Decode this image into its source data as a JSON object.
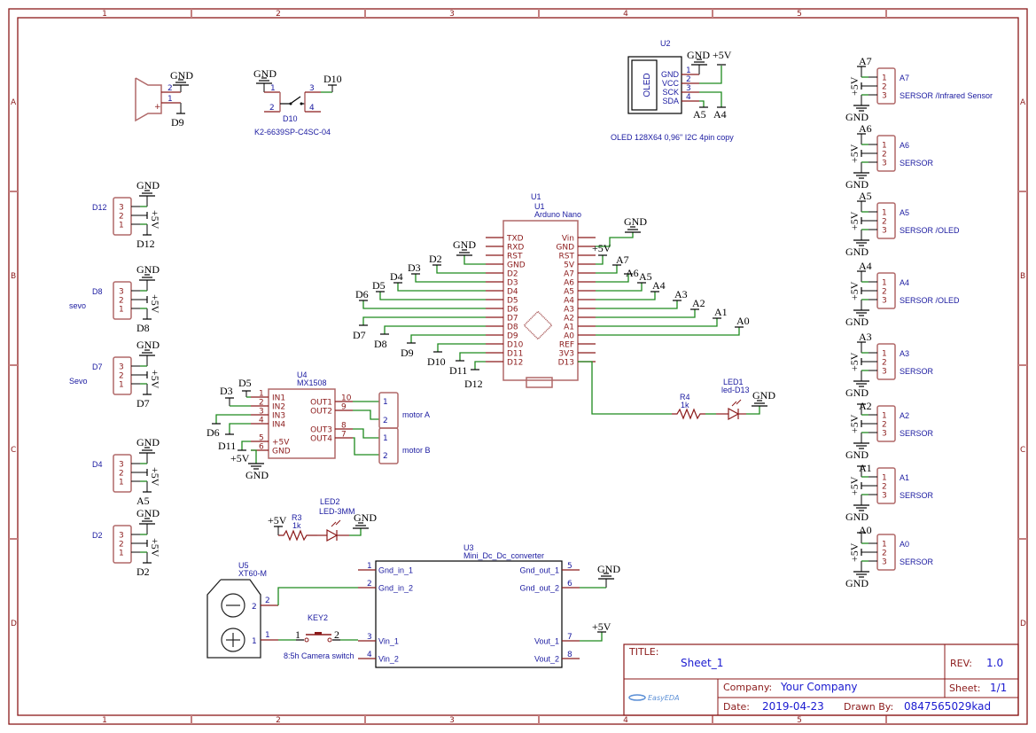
{
  "sheet": {
    "columns": [
      "1",
      "2",
      "3",
      "4",
      "5"
    ],
    "rows": [
      "A",
      "B",
      "C",
      "D"
    ]
  },
  "title_block": {
    "title_label": "TITLE:",
    "title": "Sheet_1",
    "rev_label": "REV:",
    "rev": "1.0",
    "company_label": "Company:",
    "company": "Your Company",
    "sheet_label": "Sheet:",
    "sheet": "1/1",
    "date_label": "Date:",
    "date": "2019-04-23",
    "drawn_by_label": "Drawn By:",
    "drawn_by": "0847565029kad",
    "logo": "EasyEDA"
  },
  "nets": {
    "gnd": "GND",
    "vcc": "+5V"
  },
  "arduino": {
    "ref1": "U1",
    "ref2": "U1",
    "name": "Arduno Nano",
    "left_pins": [
      "TXD",
      "RXD",
      "RST",
      "GND",
      "D2",
      "D3",
      "D4",
      "D5",
      "D6",
      "D7",
      "D8",
      "D9",
      "D10",
      "D11",
      "D12"
    ],
    "right_pins": [
      "Vin",
      "GND",
      "RST",
      "5V",
      "A7",
      "A6",
      "A5",
      "A4",
      "A3",
      "A2",
      "A1",
      "A0",
      "REF",
      "3V3",
      "D13"
    ],
    "left_nets": [
      "D2",
      "D3",
      "D4",
      "D5",
      "D6",
      "D7",
      "D8",
      "D9",
      "D10",
      "D11",
      "D12"
    ],
    "right_nets": [
      "A7",
      "A6",
      "A5",
      "A4",
      "A3",
      "A2",
      "A1",
      "A0"
    ]
  },
  "oled": {
    "ref": "U2",
    "screen": "OLED",
    "pins": [
      "GND",
      "VCC",
      "SCK",
      "SDA"
    ],
    "nums": [
      "1",
      "2",
      "3",
      "4"
    ],
    "nets": [
      "A5",
      "A4"
    ],
    "desc": "OLED 128X64 0,96\" I2C 4pin copy"
  },
  "buzzer": {
    "net": "D9",
    "pins": [
      "2",
      "1"
    ],
    "plus": "+"
  },
  "button": {
    "ref": "D10",
    "part": "K2-6639SP-C4SC-04",
    "net": "D10",
    "pins": [
      "1",
      "2",
      "3",
      "4"
    ]
  },
  "motor_driver": {
    "ref": "U4",
    "name": "MX1508",
    "left_pins": [
      "IN1",
      "IN2",
      "IN3",
      "IN4",
      "+5V",
      "GND"
    ],
    "left_nums": [
      "1",
      "2",
      "3",
      "4",
      "5",
      "6"
    ],
    "right_pins": [
      "OUT1",
      "OUT2",
      "OUT3",
      "OUT4"
    ],
    "right_nums": [
      "10",
      "9",
      "8",
      "7"
    ],
    "nets": [
      "D5",
      "D3",
      "D6",
      "D11"
    ]
  },
  "motors": [
    {
      "label": "motor A",
      "pins": [
        "1",
        "2"
      ]
    },
    {
      "label": "motor B",
      "pins": [
        "1",
        "2"
      ]
    }
  ],
  "left_headers": [
    {
      "label": "D12",
      "net": "D12",
      "note": ""
    },
    {
      "label": "D8",
      "net": "D8",
      "note": "sevo"
    },
    {
      "label": "D7",
      "net": "D7",
      "note": "Sevo"
    },
    {
      "label": "D4",
      "net": "A5",
      "note": ""
    },
    {
      "label": "D2",
      "net": "D2",
      "note": ""
    }
  ],
  "right_headers": [
    {
      "net": "A7",
      "label": "A7",
      "desc": "SERSOR /Infrared Sensor"
    },
    {
      "net": "A6",
      "label": "A6",
      "desc": "SERSOR"
    },
    {
      "net": "A5",
      "label": "A5",
      "desc": "SERSOR /OLED"
    },
    {
      "net": "A4",
      "label": "A4",
      "desc": "SERSOR /OLED"
    },
    {
      "net": "A3",
      "label": "A3",
      "desc": "SERSOR"
    },
    {
      "net": "A2",
      "label": "A2",
      "desc": "SERSOR"
    },
    {
      "net": "A1",
      "label": "A1",
      "desc": "SERSOR"
    },
    {
      "net": "A0",
      "label": "A0",
      "desc": "SERSOR"
    }
  ],
  "header_pins": [
    "1",
    "2",
    "3"
  ],
  "led1": {
    "ref": "LED1",
    "part": "led-D13",
    "r_ref": "R4",
    "r_val": "1k"
  },
  "led2": {
    "ref": "LED2",
    "part": "LED-3MM",
    "r_ref": "R3",
    "r_val": "1k"
  },
  "converter": {
    "ref": "U3",
    "name": "Mini_Dc_Dc_converter",
    "left_pins": [
      "Gnd_in_1",
      "Gnd_in_2",
      "Vin_1",
      "Vin_2"
    ],
    "left_nums": [
      "1",
      "2",
      "3",
      "4"
    ],
    "right_pins": [
      "Gnd_out_1",
      "Gnd_out_2",
      "Vout_1",
      "Vout_2"
    ],
    "right_nums": [
      "5",
      "6",
      "7",
      "8"
    ]
  },
  "xt60": {
    "ref": "U5",
    "name": "XT60-M",
    "pins": [
      "2",
      "1"
    ]
  },
  "switch": {
    "ref": "KEY2",
    "desc": "8:5h Camera switch",
    "pins": [
      "1",
      "2"
    ]
  }
}
